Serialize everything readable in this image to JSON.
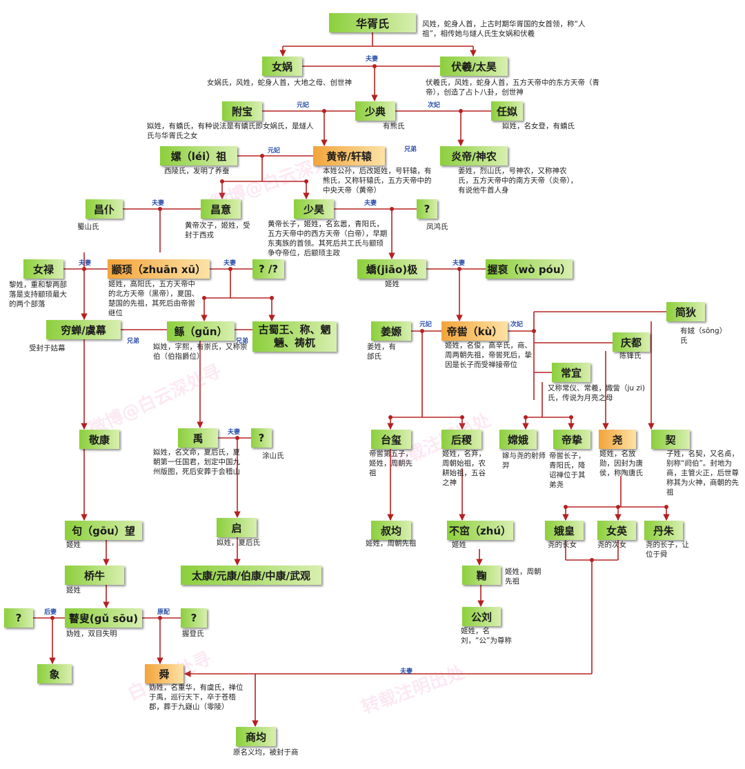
{
  "nodes": {
    "huaxu": "华胥氏",
    "nuwa": "女娲",
    "fuxi": "伏羲/太昊",
    "fubao": "附宝",
    "shaodian": "少典",
    "renyao": "任姒",
    "leizu": "嫘（léi）祖",
    "huangdi": "黄帝/轩辕",
    "yandi": "炎帝/神农",
    "changpu": "昌仆",
    "changyi": "昌意",
    "shaohao": "少昊",
    "q1": "?",
    "nvlu": "女禄",
    "zhuanxu": "颛顼（zhuān xū）",
    "q2": "? /?",
    "jiaoji": "蟜(jiāo)极",
    "woyuan": "握裒（wò póu）",
    "jiandi": "简狄",
    "qiongchan": "穷蝉/虞幕",
    "gun": "鲧（gǔn）",
    "gushu": "古蜀王、称、魍魎、祷杌",
    "jiangyuan": "姜嫄",
    "diku": "帝喾（kù）",
    "qingdu": "庆都",
    "changyi2": "常宜",
    "jingkang": "敬康",
    "yu": "禹",
    "q3": "?",
    "taixi": "台玺",
    "houji": "后稷",
    "chang_e": "嫦娥",
    "dizhi": "帝挚",
    "yao": "尧",
    "xie": "契",
    "qi": "启",
    "jumang": "句（gōu）望",
    "shujun": "叔均",
    "buzhu": "不窋（zhú）",
    "ehuang": "娥皇",
    "nvying": "女英",
    "danzhu": "丹朱",
    "taikang": "太康/元康/伯康/中康/武观",
    "qiaoniu": "桥牛",
    "ju": "鞠",
    "q4": "?",
    "gusou": "瞽叟(gǔ sōu)",
    "q5": "?",
    "gongliu": "公刘",
    "xiang": "象",
    "shun": "舜",
    "shangjun": "商均"
  },
  "notes": {
    "huaxu": "风姓，蛇身人首，上古时期华胥国的女首领，称“人祖”，相传她与燧人氏生女娲和伏羲",
    "nuwa": "女娲氏，风姓，蛇身人首，大地之母、创世神",
    "fuxi": "伏羲氏，风姓，蛇身人首，五方天帝中的东方天帝（青帝），创造了占卜八卦，创世神",
    "fubao": "姒姓，有蟜氏，有种说法是有蟜氏即女娲氏，是燧人氏与华胥氏之女",
    "shaodian": "有熊氏",
    "renyao": "姒姓，名女登，有蟜氏",
    "leizu": "西陵氏，发明了养蚕",
    "huangdi": "本姓公孙，后改姬姓，号轩辕，有熊氏，又称轩辕氏，五方天帝中的中央天帝（黄帝）",
    "yandi": "姜姓，烈山氏，号神农，又称神农氏，五方天帝中的南方天帝（炎帝），有说他牛首人身",
    "changpu": "蜀山氏",
    "changyi": "黄帝次子，姬姓，受封于西戎",
    "shaohao": "黄帝长子，姬姓，名玄嚣，青阳氏，五方天帝中的西方天帝（白帝），早期东夷族的首领。其死后共工氏与颛顼争夺帝位，后颛顼主政",
    "q1": "凤鸿氏",
    "nvlu": "黎姓，重和黎两部落是支持颛顼最大的两个部落",
    "zhuanxu": "姬姓，高阳氏，五方天帝中的北方天帝（黑帝），夏国、楚国的先祖，其死后由帝喾继位",
    "jiaoji": "姬姓",
    "jiandi": "有娀（sōng）氏",
    "qiongchan": "受封于姑幕",
    "gun": "姒姓，字熙，有崇氏，又称崇伯（伯指爵位）",
    "jiangyuan": "姜姓，有邰氏",
    "diku": "姬姓，名俊，高辛氏，商、周两朝先祖，帝喾死后，挚因是长子而受禅接帝位",
    "qingdu": "陈锋氏",
    "changyi2": "又称常仪、常羲，娵訾（ju zi)氏，传说为月亮之母",
    "yu": "姒姓，名文命，夏后氏，夏朝第一任国君，划定中国九州版图，死后安葬于会稽山",
    "q3": "涂山氏",
    "taixi": "帝喾第五子，姬姓，周朝先祖",
    "houji": "姬姓，名弃，周朝始祖，农耕始祖，五谷之神",
    "chang_e": "嫁与尧的射师羿",
    "dizhi": "帝喾长子，青阳氏，降诏禅位于其弟尧",
    "yao": "姬姓，名放勋，因封为唐侯，称陶唐氏",
    "xie": "子姓，名契，又名卨，别称“阏伯”。封地为商，主管火正，后世尊称其为火神，商朝的先祖",
    "qi": "姒姓，夏后氏",
    "jumang": "姬姓",
    "shujun": "姬姓，周朝先祖",
    "buzhu": "姬姓",
    "ehuang": "尧的长女",
    "nvying": "尧的次女",
    "danzhu": "尧的长子，让位于舜",
    "qiaoniu": "姬姓",
    "ju": "姬姓，周朝先祖",
    "gusou": "妫姓，双目失明",
    "q5": "握登氏",
    "gongliu": "姬姓，名刘，“公”为尊称",
    "shun": "妫姓，名重华，有虞氏，禅位于禹，巡行天下，卒于苍梧郡，葬于九嶷山（零陵）",
    "shangjun": "原名义均，被封于商"
  },
  "relations": {
    "fuqi": "夫妻",
    "yuanfei": "元妃",
    "cifei": "次妃",
    "xiongdi": "兄弟",
    "houqi": "后妻",
    "yuanpei": "原配"
  },
  "colors": {
    "line": "#b52020",
    "node_green": "#8ccf3c",
    "node_orange": "#f2a43a",
    "relation_text": "#2b4fa8"
  }
}
